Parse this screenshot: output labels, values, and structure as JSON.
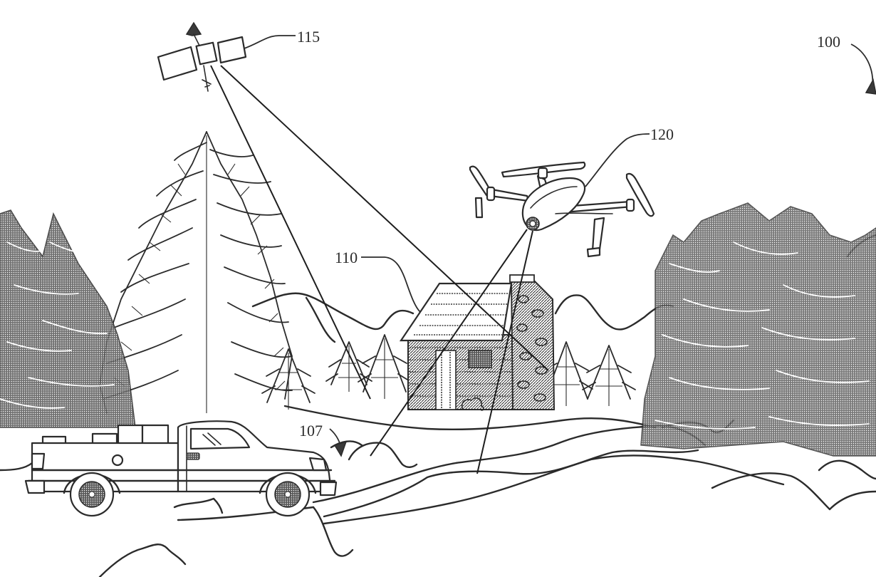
{
  "figure": {
    "title": "System overview illustration",
    "reference_numerals": {
      "system": "100",
      "vehicle_object": "107",
      "cabin": "110",
      "satellite": "115",
      "drone": "120"
    }
  },
  "scene_elements": [
    {
      "id": "satellite",
      "ref": "115"
    },
    {
      "id": "drone",
      "ref": "120"
    },
    {
      "id": "cabin",
      "ref": "110"
    },
    {
      "id": "ground-object",
      "ref": "107"
    },
    {
      "id": "pickup-truck",
      "ref": ""
    },
    {
      "id": "pine-forest",
      "ref": ""
    },
    {
      "id": "mountains",
      "ref": ""
    }
  ],
  "colors": {
    "ink": "#2b2b2b",
    "paper": "#ffffff"
  }
}
